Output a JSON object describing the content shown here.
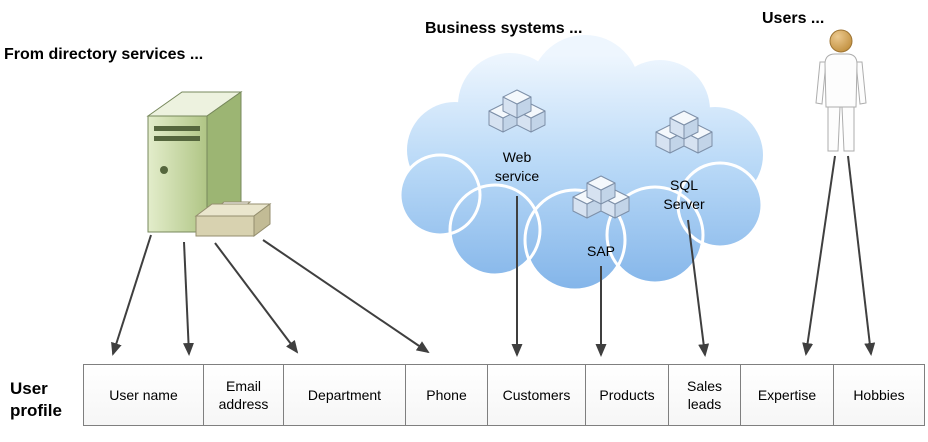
{
  "diagram": {
    "title_directory": "From directory services ...",
    "title_business": "Business systems ...",
    "title_users": "Users ...",
    "profile_label": "User profile"
  },
  "business_nodes": [
    {
      "label": "Web service"
    },
    {
      "label": "SAP"
    },
    {
      "label": "SQL Server"
    }
  ],
  "profile_fields": [
    "User name",
    "Email address",
    "Department",
    "Phone",
    "Customers",
    "Products",
    "Sales leads",
    "Expertise",
    "Hobbies"
  ],
  "connections": [
    {
      "from": "Directory server",
      "to": "User name"
    },
    {
      "from": "Directory server",
      "to": "Email address"
    },
    {
      "from": "Directory server",
      "to": "Department"
    },
    {
      "from": "Directory server",
      "to": "Phone"
    },
    {
      "from": "Web service",
      "to": "Customers"
    },
    {
      "from": "SAP",
      "to": "Products"
    },
    {
      "from": "SQL Server",
      "to": "Sales leads"
    },
    {
      "from": "Users",
      "to": "Expertise"
    },
    {
      "from": "Users",
      "to": "Hobbies"
    }
  ],
  "colors": {
    "cloud_blue": "#7fb2e8",
    "server_green": "#b5cc8e",
    "cube_face": "#dce7f3",
    "arrow": "#3f3f3f"
  }
}
